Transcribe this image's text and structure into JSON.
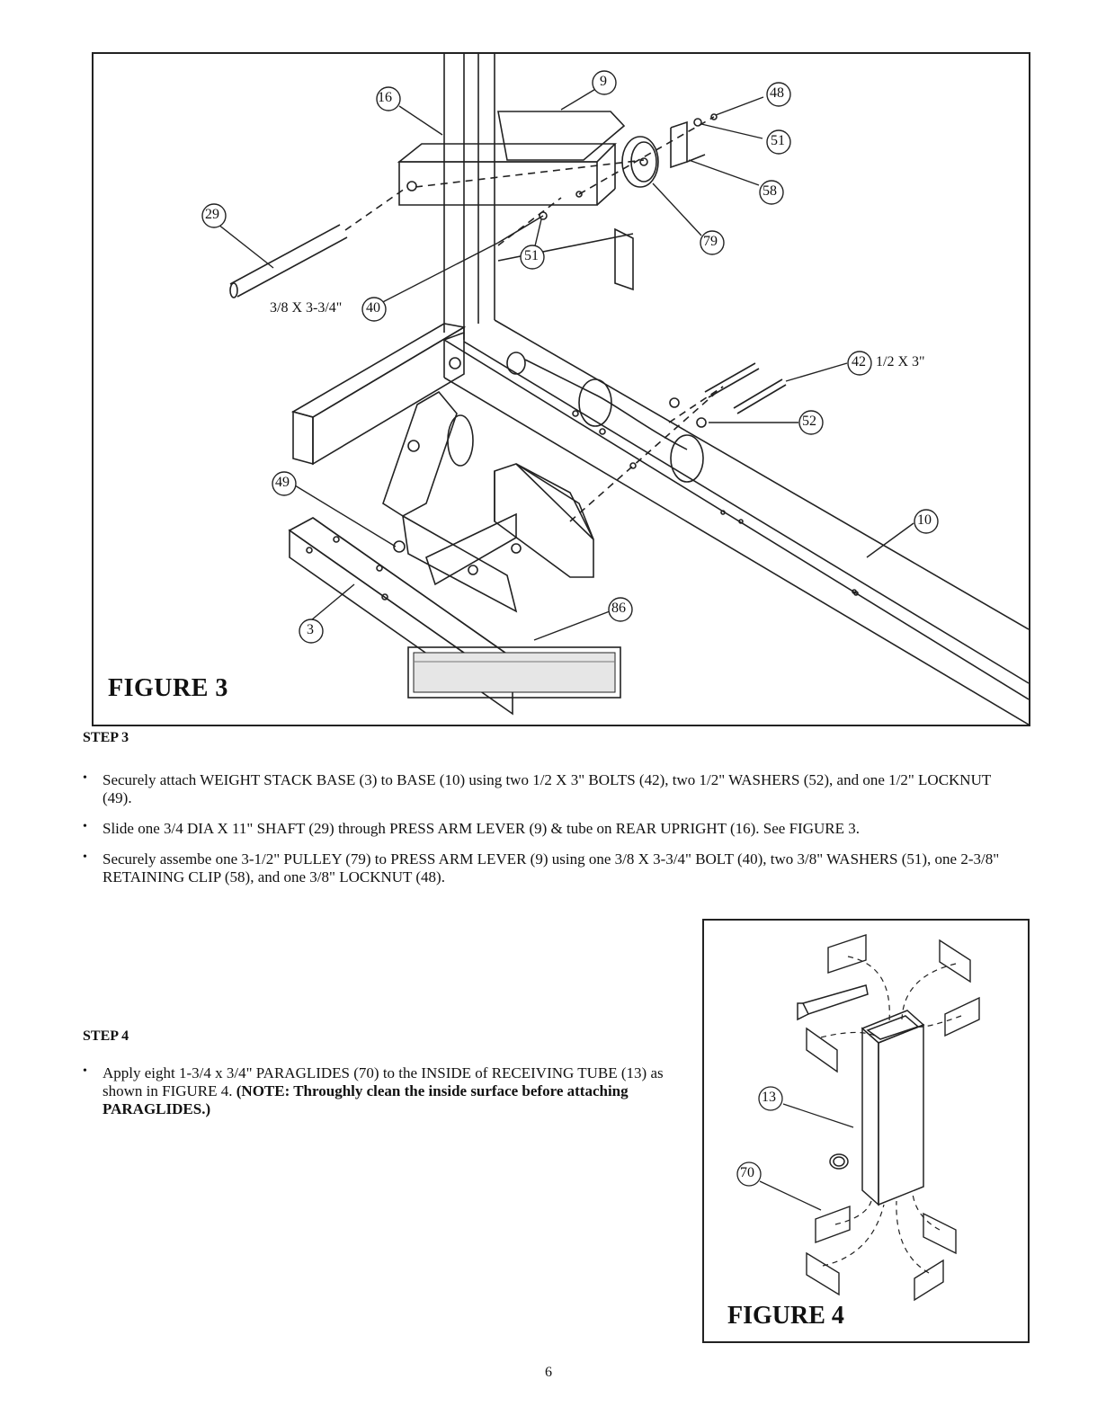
{
  "figure3": {
    "title": "FIGURE 3",
    "callouts": [
      "16",
      "9",
      "48",
      "51",
      "58",
      "79",
      "29",
      "51",
      "40",
      "42",
      "52",
      "49",
      "10",
      "3",
      "86"
    ],
    "bolt_40_label": "3/8 X 3-3/4\"",
    "bolt_42_label": "1/2 X 3\""
  },
  "step3": {
    "heading": "STEP 3",
    "bullets": [
      "Securely attach WEIGHT STACK BASE (3) to BASE (10) using two 1/2 X 3\" BOLTS (42), two 1/2\" WASHERS (52), and one 1/2\" LOCKNUT (49).",
      "Slide one 3/4 DIA X 11\" SHAFT (29) through PRESS ARM LEVER (9) & tube on REAR UPRIGHT (16). See FIGURE 3.",
      "Securely assembe one 3-1/2\" PULLEY (79) to PRESS ARM LEVER (9) using one 3/8 X 3-3/4\" BOLT (40), two 3/8\" WASHERS (51), one 2-3/8\" RETAINING CLIP (58), and one 3/8\" LOCKNUT (48)."
    ]
  },
  "step4": {
    "heading": "STEP 4",
    "bullet_text": "Apply eight 1-3/4 x 3/4\" PARAGLIDES (70) to the INSIDE of RECEIVING TUBE (13) as shown in FIGURE 4. ",
    "bullet_note": "(NOTE: Throughly clean the inside surface before attaching PARAGLIDES.)"
  },
  "figure4": {
    "title": "FIGURE 4",
    "callouts": [
      "13",
      "70"
    ]
  },
  "page_number": "6"
}
